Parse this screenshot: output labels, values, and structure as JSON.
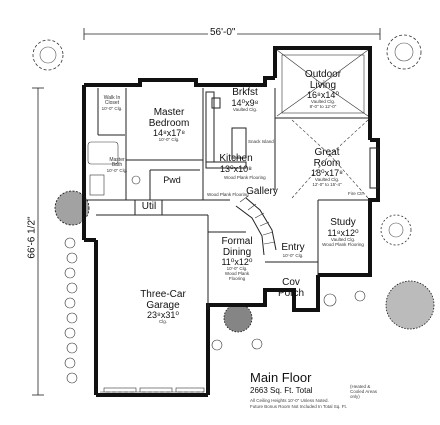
{
  "dimensions": {
    "width_label": "56'-0\"",
    "depth_label": "66'-6 1/2\""
  },
  "rooms": {
    "outdoor_living": {
      "name_line1": "Outdoor",
      "name_line2": "Living",
      "size": "16⁸x14⁰",
      "note1": "Vaulted Clg.",
      "note2": "8'-0\" to 12'-0\""
    },
    "brkfst": {
      "name": "Brkfst",
      "size": "14⁰x9⁸",
      "note": "Vaulted Clg."
    },
    "master_bedroom": {
      "name_line1": "Master",
      "name_line2": "Bedroom",
      "size": "14⁸x17⁸",
      "note": "10'-0\" Clg."
    },
    "walk_in_closet": {
      "name_line1": "Walk In",
      "name_line2": "Closet",
      "note": "10'-0\" Clg."
    },
    "kitchen": {
      "name": "Kitchen",
      "size": "13⁰x10⁸",
      "note": "Wood Plank Flooring",
      "island_label": "Snack Island"
    },
    "great_room": {
      "name_line1": "Great",
      "name_line2": "Room",
      "size": "18⁰x17⁸",
      "note1": "Vaulted Clg.",
      "note2": "12'-0\" to 15'-4\"",
      "fireplace_label": "Fire Ctr."
    },
    "master_bath": {
      "name_line1": "Master",
      "name_line2": "Bath",
      "note": "10'-0\" Clg."
    },
    "pwd": {
      "name": "Pwd"
    },
    "gallery": {
      "name": "Gallery",
      "note": "Wood Plank Flooring"
    },
    "util": {
      "name": "Util"
    },
    "formal_dining": {
      "name_line1": "Formal",
      "name_line2": "Dining",
      "size": "11⁰x12⁰",
      "note1": "10'-0\" Clg.",
      "note2": "Wood Plank",
      "note3": "Flooring"
    },
    "study": {
      "name": "Study",
      "size": "11⁸x12⁰",
      "note1": "Vaulted Clg.",
      "note2": "Wood Plank Flooring"
    },
    "entry": {
      "name": "Entry",
      "note": "10'-0\" Clg."
    },
    "cov_porch": {
      "name_line1": "Cov",
      "name_line2": "Porch"
    },
    "garage": {
      "name_line1": "Three-Car",
      "name_line2": "Garage",
      "size": "23⁸x31⁰",
      "note": "Clg."
    }
  },
  "title_block": {
    "title": "Main Floor",
    "sqft": "2663 Sq. Ft. Total",
    "heated_note": "(Heated & Cooled Areas only)",
    "footnote1": "All Ceiling Heights 10'-0\" Unless Noted.",
    "footnote2": "Future Bonus Room Not Included In Total Sq. Ft."
  }
}
